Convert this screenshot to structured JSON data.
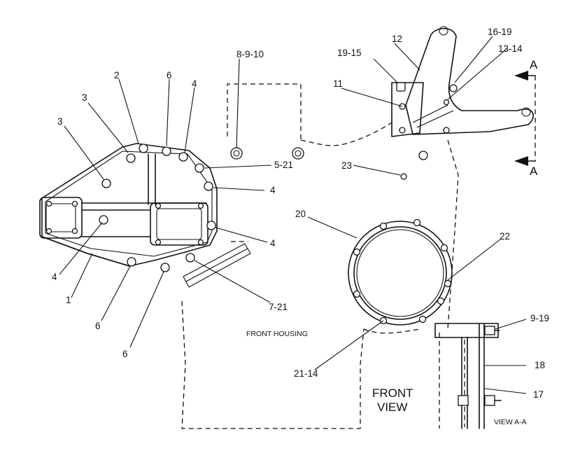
{
  "callouts": {
    "c1": "1",
    "c2": "2",
    "c3a": "3",
    "c3b": "3",
    "c4a": "4",
    "c4b": "4",
    "c4c": "4",
    "c4d": "4",
    "c5_21": "5-21",
    "c6a": "6",
    "c6b": "6",
    "c6c": "6",
    "c7_21": "7-21",
    "c8_9_10": "8-9-10",
    "c9_19": "9-19",
    "c11": "11",
    "c12": "12",
    "c13_14": "13-14",
    "c16_19": "16-19",
    "c17": "17",
    "c18": "18",
    "c19_15": "19-15",
    "c20": "20",
    "c21_14": "21-14",
    "c22": "22",
    "c23": "23"
  },
  "section_marks": {
    "a_top": "A",
    "a_bottom": "A"
  },
  "captions": {
    "front_housing": "FRONT HOUSING",
    "front_view_line1": "FRONT",
    "front_view_line2": "VIEW",
    "view_aa": "VIEW A-A"
  }
}
